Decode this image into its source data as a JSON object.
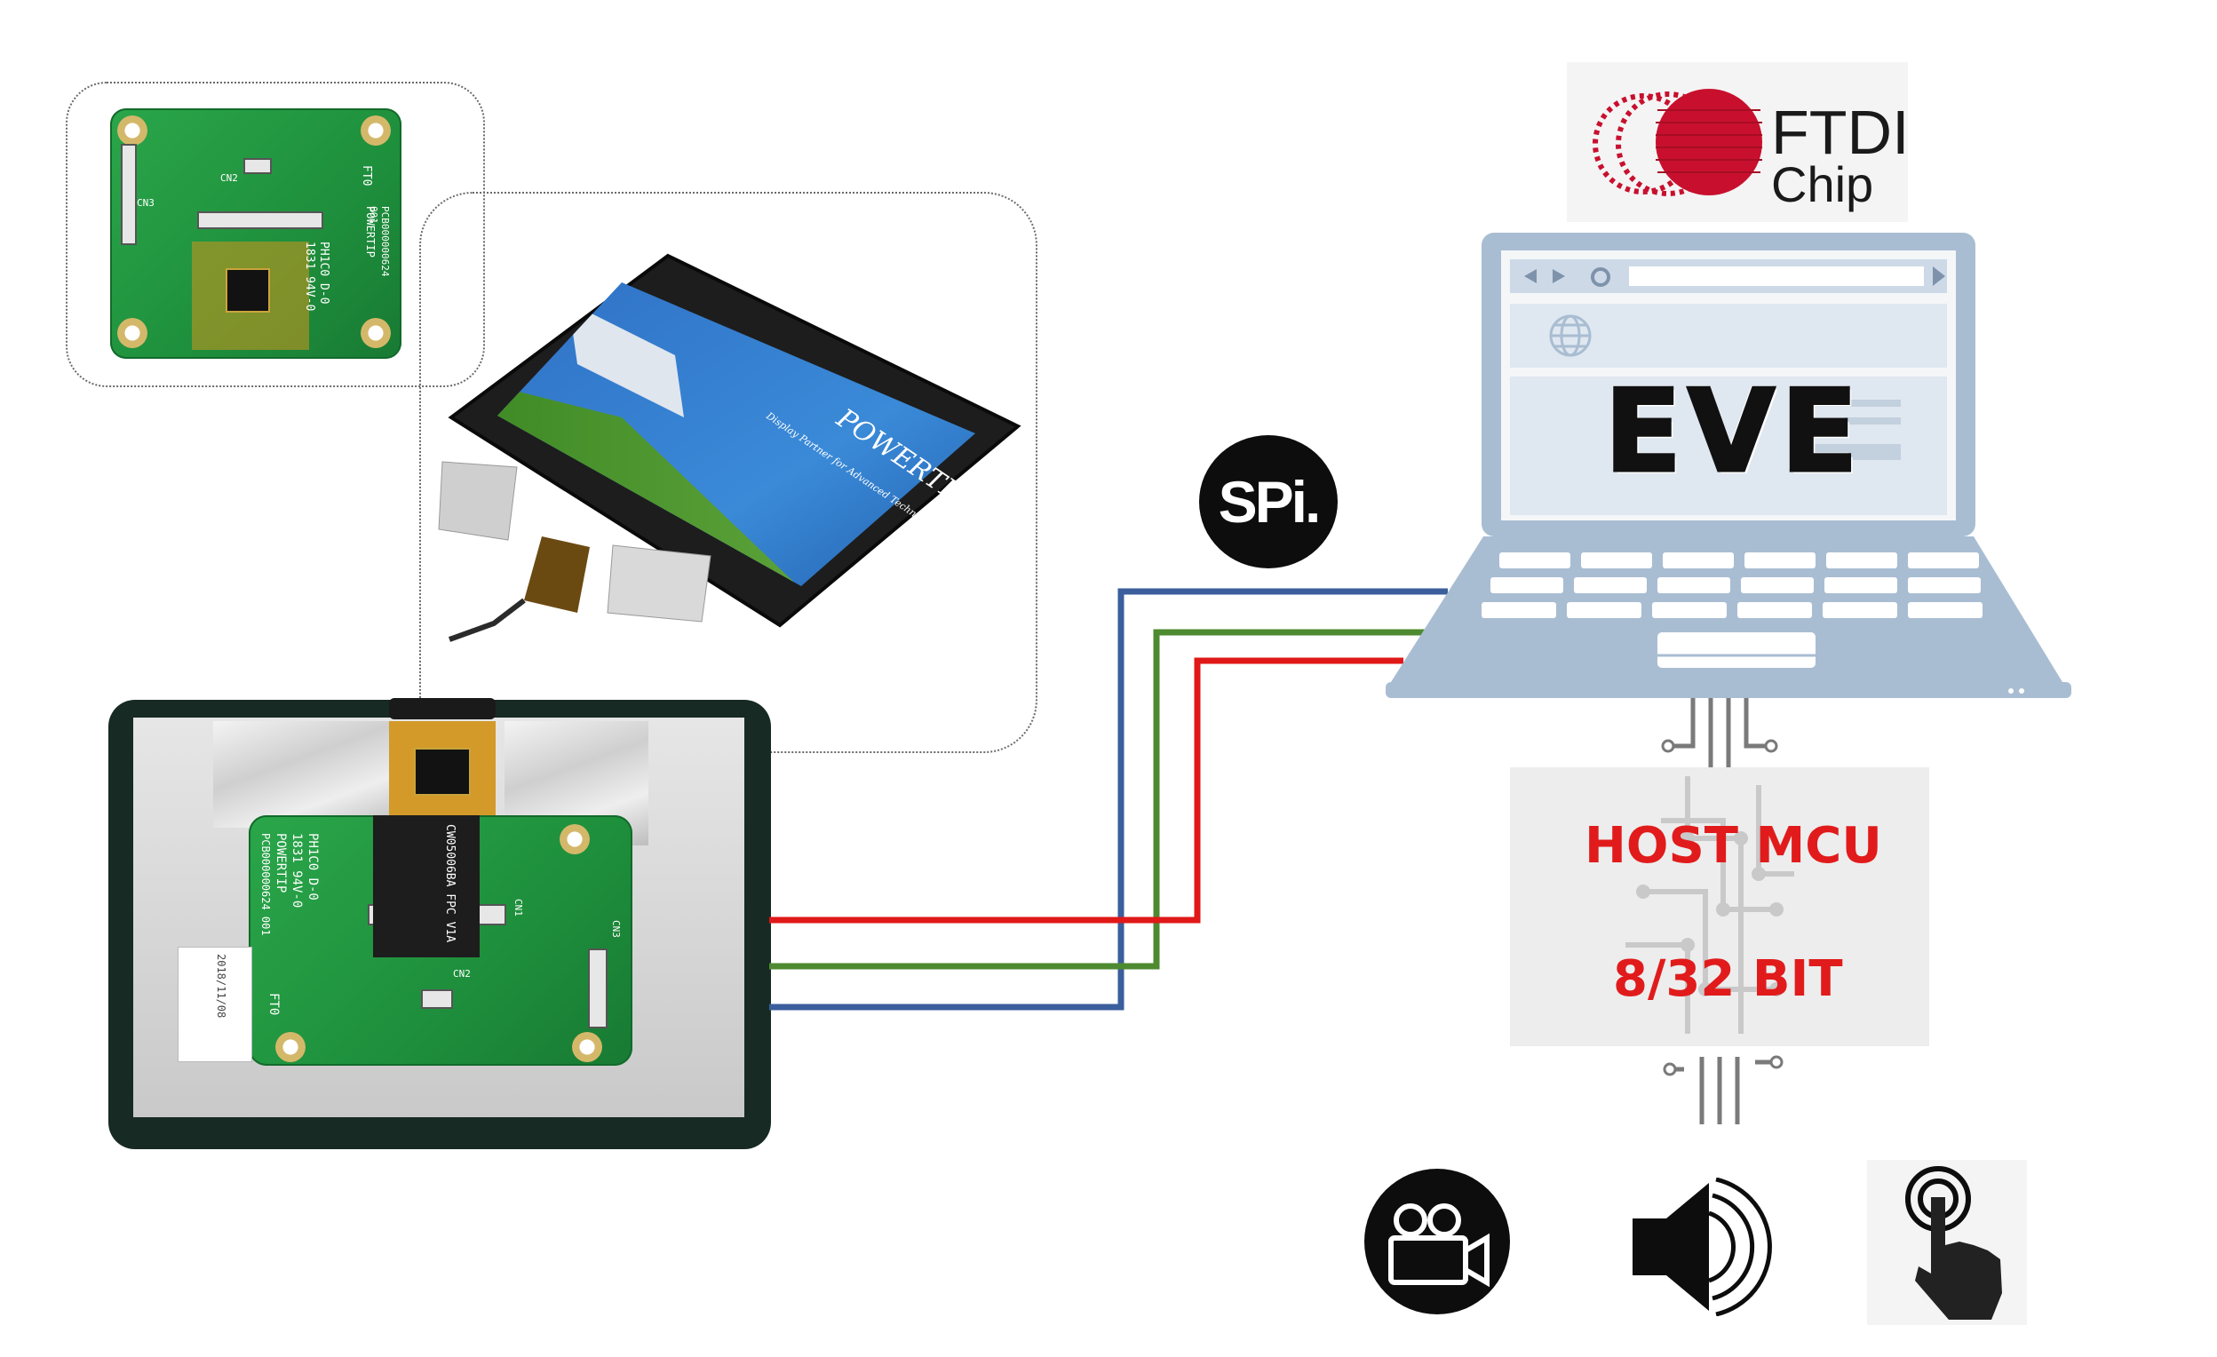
{
  "brand": {
    "line1": "FTDI",
    "line2": "Chip",
    "accent": "#c8102e"
  },
  "laptop": {
    "screen_label": "EVE",
    "body_color": "#a9bdd2"
  },
  "interface": {
    "label": "SPi."
  },
  "host": {
    "line1": "HOST MCU",
    "line2": "8/32 BIT",
    "text_color": "#e11b1b"
  },
  "wires": {
    "colors": [
      "#3b5e9c",
      "#4e8a30",
      "#e01818"
    ]
  },
  "display": {
    "banner_brand": "POWERTIP",
    "banner_tagline": "Display Partner for Advanced Technology"
  },
  "board_silkscreen": {
    "small": [
      "PH1C0 D-0",
      "1831 94V-0",
      "POWERTIP",
      "PCB000000624 001",
      "CN2",
      "CN3",
      "FT0"
    ],
    "large": [
      "PH1C0 D-0",
      "1831 94V-0",
      "POWERTIP",
      "PCB000000624 001",
      "CN1",
      "CN2",
      "CN3",
      "CW05006BA FPC V1A",
      "FT0",
      "2018/11/08"
    ]
  },
  "icons": [
    "video-camera-icon",
    "speaker-icon",
    "touch-icon",
    "globe-icon"
  ]
}
